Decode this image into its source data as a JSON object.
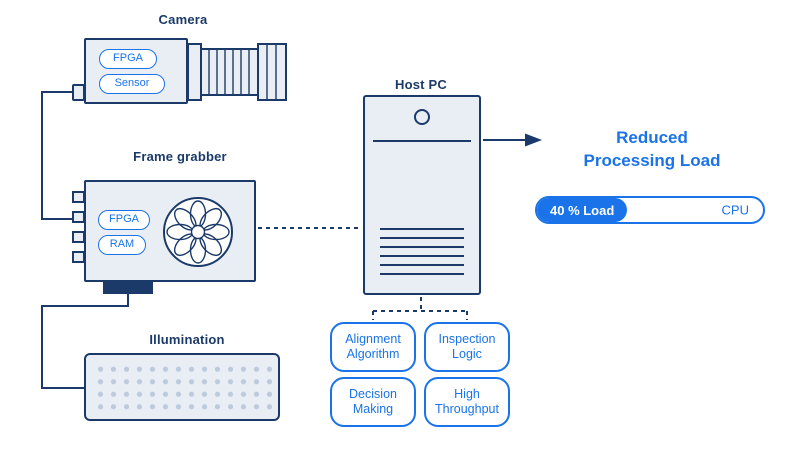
{
  "diagram": {
    "camera": {
      "label": "Camera",
      "chips": [
        "FPGA",
        "Sensor"
      ]
    },
    "frame_grabber": {
      "label": "Frame grabber",
      "chips": [
        "FPGA",
        "RAM"
      ]
    },
    "illumination": {
      "label": "Illumination"
    },
    "host_pc": {
      "label": "Host PC"
    },
    "result": {
      "title_line1": "Reduced",
      "title_line2": "Processing Load",
      "load_percent": 40,
      "load_label": "40 % Load",
      "cpu_label": "CPU"
    },
    "software_blocks": [
      {
        "label": "Alignment Algorithm"
      },
      {
        "label": "Inspection Logic"
      },
      {
        "label": "Decision Making"
      },
      {
        "label": "High Throughput"
      }
    ],
    "colors": {
      "navy": "#1b3a69",
      "blue": "#1a73e8",
      "panel": "#e9edf4",
      "dot": "#bccadd"
    }
  }
}
